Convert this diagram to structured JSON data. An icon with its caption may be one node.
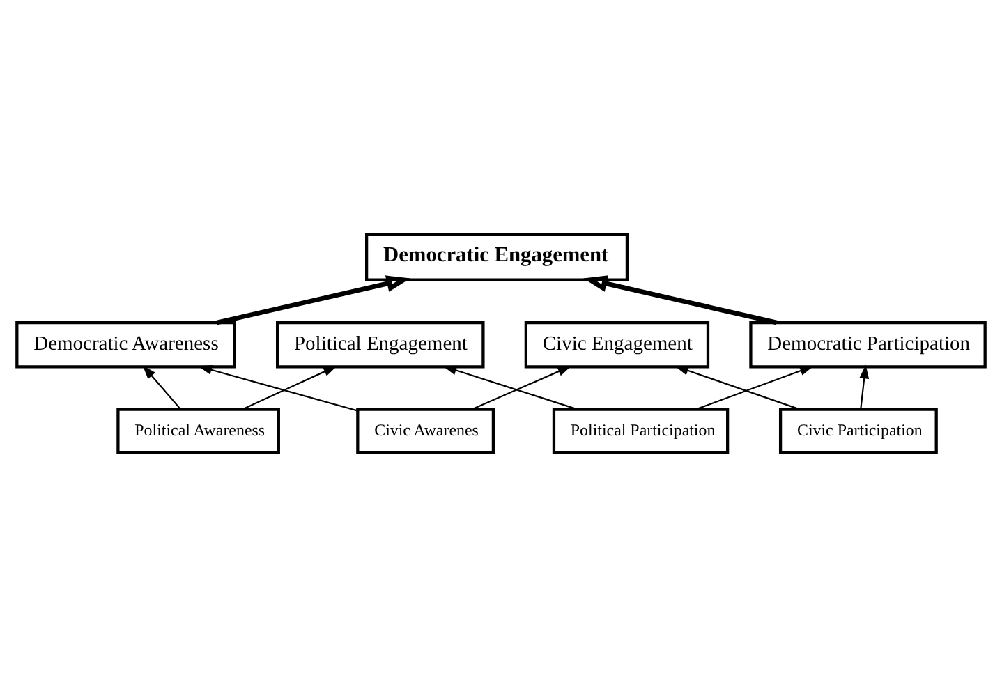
{
  "diagram": {
    "nodes": [
      {
        "text": [
          "Democratic Engagement"
        ]
      },
      {
        "text": [
          "Democratic Awareness"
        ]
      },
      {
        "text": [
          "Democratic Participation"
        ]
      },
      {
        "text": [
          "Political Engagement"
        ]
      },
      {
        "text": [
          "Civic Engagement"
        ]
      },
      {
        "text": [
          "Political Awareness"
        ]
      },
      {
        "text": [
          "Political Participation"
        ]
      },
      {
        "text": [
          "Civic Awarenes"
        ]
      },
      {
        "text": [
          "Civic Participation"
        ]
      }
    ],
    "edges": [
      {
        "from": 1,
        "to": 0,
        "arrow": "to",
        "style": "thick"
      },
      {
        "from": 2,
        "to": 0,
        "arrow": "to",
        "style": "thick"
      },
      {
        "from": 5,
        "to": 1,
        "arrow": "to"
      },
      {
        "from": 5,
        "to": 3,
        "arrow": "to"
      },
      {
        "from": 6,
        "to": 3,
        "arrow": "to"
      },
      {
        "from": 6,
        "to": 2,
        "arrow": "to"
      },
      {
        "from": 7,
        "to": 1,
        "arrow": "to"
      },
      {
        "from": 7,
        "to": 4,
        "arrow": "to"
      },
      {
        "from": 8,
        "to": 4,
        "arrow": "to"
      },
      {
        "from": 8,
        "to": 2,
        "arrow": "to"
      }
    ]
  }
}
